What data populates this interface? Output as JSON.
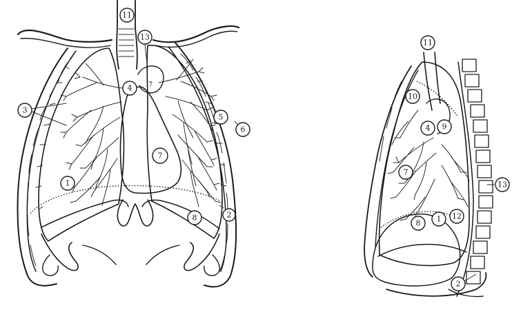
{
  "frontal_view": {
    "callouts": [
      {
        "id": "f11",
        "label": "11"
      },
      {
        "id": "f13",
        "label": "13"
      },
      {
        "id": "f4",
        "label": "4"
      },
      {
        "id": "f3",
        "label": "3"
      },
      {
        "id": "f5",
        "label": "5"
      },
      {
        "id": "f6",
        "label": "6"
      },
      {
        "id": "f7",
        "label": "7"
      },
      {
        "id": "f1",
        "label": "1"
      },
      {
        "id": "f8",
        "label": "8"
      },
      {
        "id": "f2",
        "label": "2"
      }
    ],
    "inline_mark": "7"
  },
  "lateral_view": {
    "callouts": [
      {
        "id": "l11",
        "label": "11"
      },
      {
        "id": "l10",
        "label": "10"
      },
      {
        "id": "l4",
        "label": "4"
      },
      {
        "id": "l9",
        "label": "9"
      },
      {
        "id": "l7",
        "label": "7"
      },
      {
        "id": "l13",
        "label": "13"
      },
      {
        "id": "l1",
        "label": "1"
      },
      {
        "id": "l12",
        "label": "12"
      },
      {
        "id": "l8",
        "label": "8"
      },
      {
        "id": "l2",
        "label": "2"
      }
    ]
  }
}
